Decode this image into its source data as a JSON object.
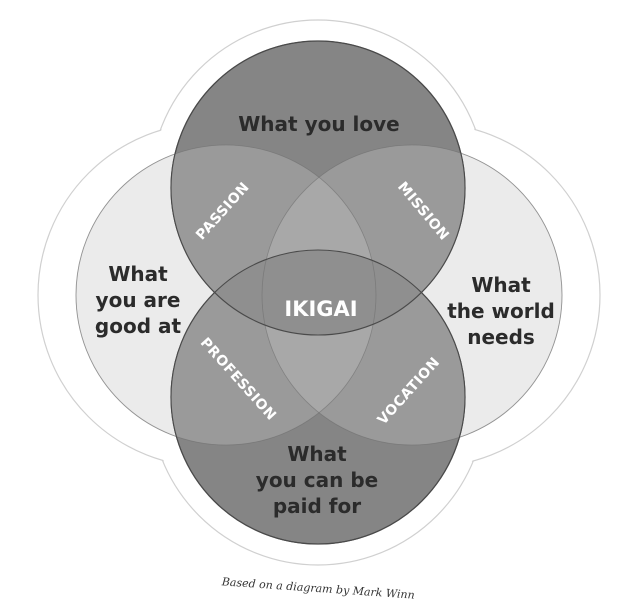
{
  "diagram": {
    "circles": {
      "love": {
        "lines": [
          "What you love"
        ]
      },
      "good_at": {
        "lines": [
          "What",
          "you are",
          "good at"
        ]
      },
      "world_needs": {
        "lines": [
          "What",
          "the world",
          "needs"
        ]
      },
      "paid_for": {
        "lines": [
          "What",
          "you can be",
          "paid for"
        ]
      }
    },
    "overlaps": {
      "passion": "PASSION",
      "mission": "MISSION",
      "profession": "PROFESSION",
      "vocation": "VOCATION"
    },
    "center": "IKIGAI",
    "credit": "Based on a diagram by Mark Winn"
  },
  "colors": {
    "outer_outline": "#cfcfcf",
    "side_circle_fill": "#ececec",
    "side_circle_stroke": "#c8c8c8",
    "main_circle_fill": "#8a8a8a",
    "main_circle_stroke": "#555555",
    "dark_text": "#2b2b2b",
    "light_text": "#ffffff"
  }
}
